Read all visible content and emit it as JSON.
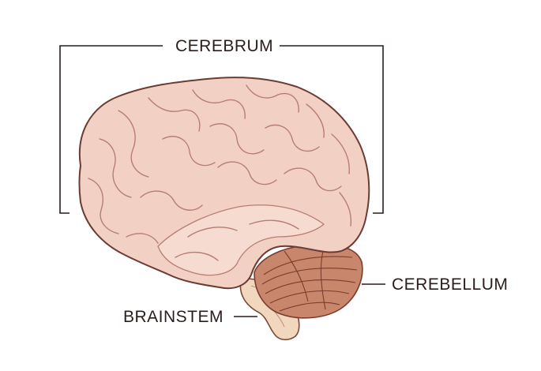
{
  "labels": {
    "cerebrum": "CEREBRUM",
    "cerebellum": "CEREBELLUM",
    "brainstem": "BRAINSTEM"
  },
  "colors": {
    "cerebrum_fill": "#f3d0c4",
    "cerebrum_outline": "#6b3b34",
    "cerebrum_fold": "#b77e72",
    "cerebellum_fill": "#c8876c",
    "cerebellum_line": "#7a3c2c",
    "brainstem_fill": "#f2d7bf",
    "leader_line": "#2b1d1b",
    "background": "#ffffff"
  }
}
